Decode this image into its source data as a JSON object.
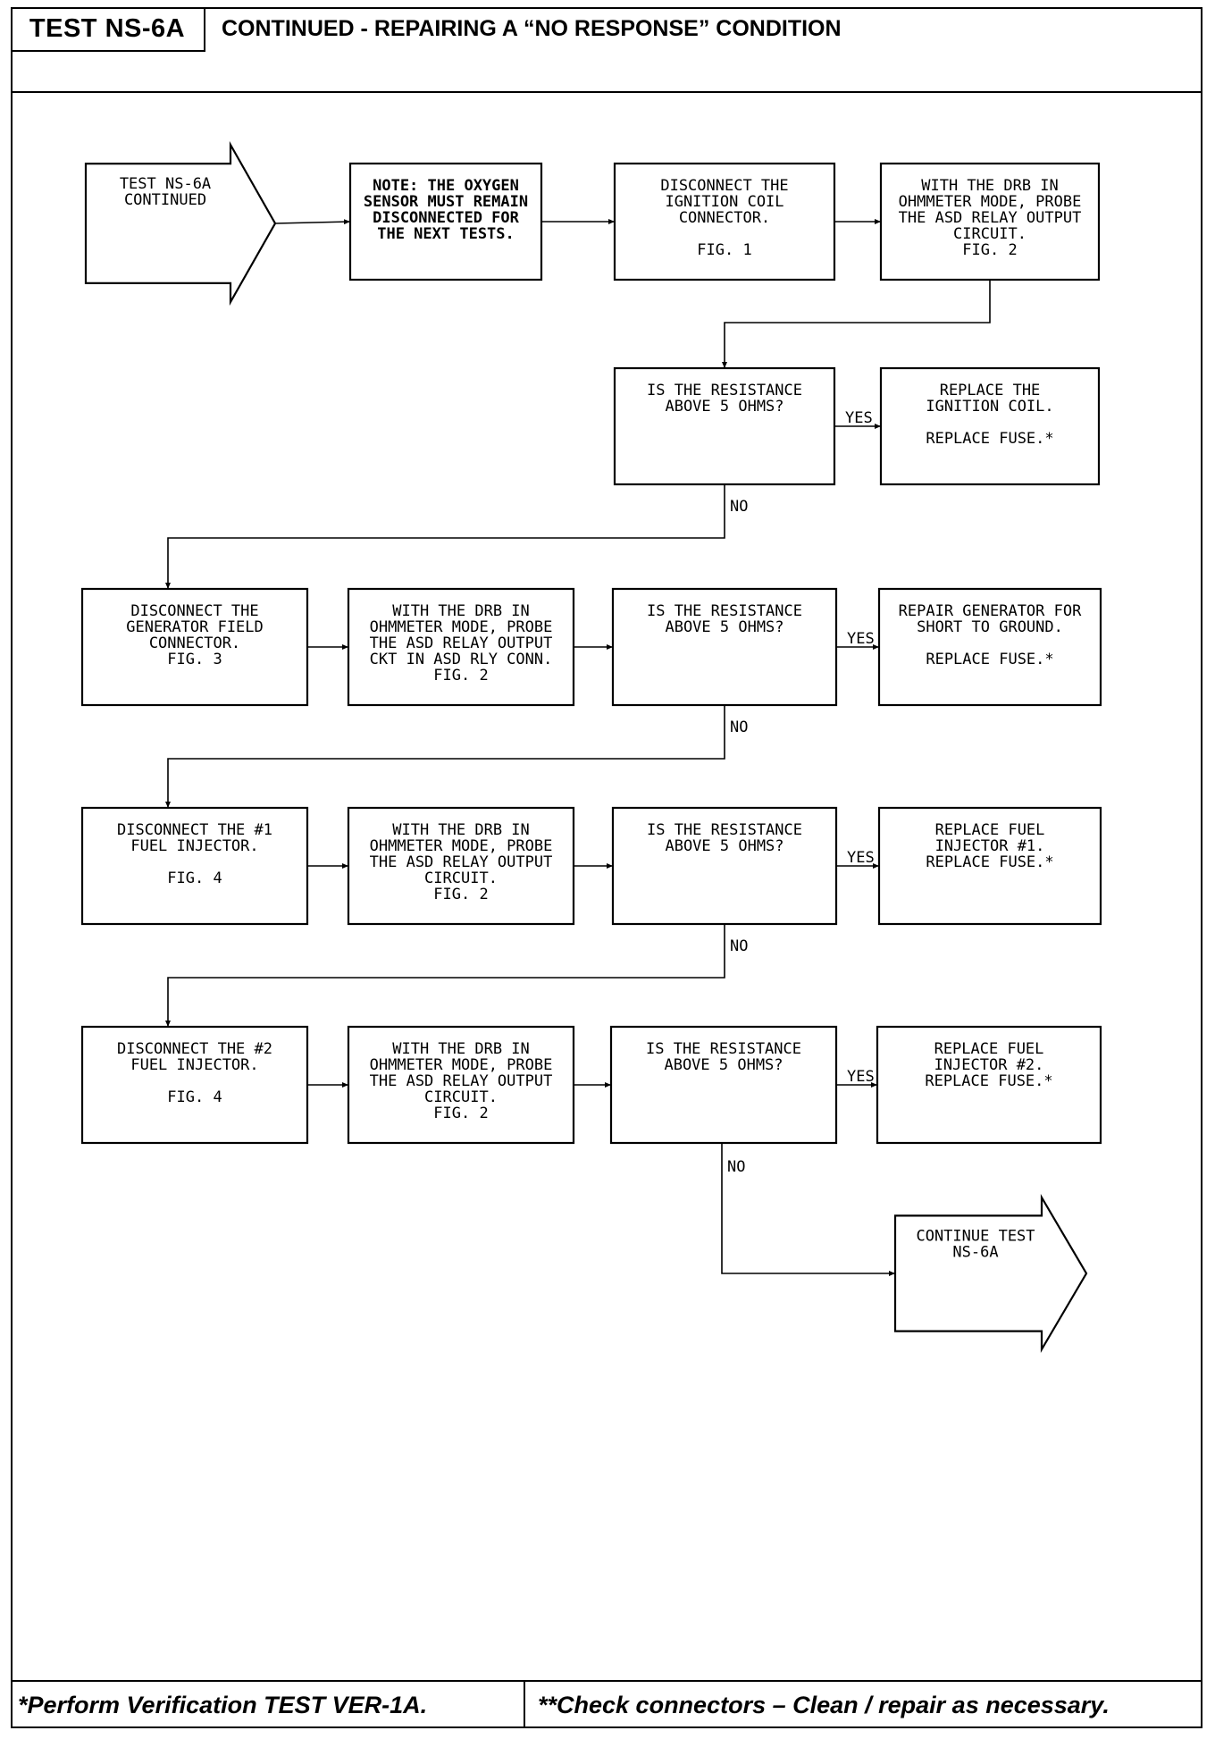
{
  "header": {
    "test_id": "TEST NS-6A",
    "title": "CONTINUED - REPAIRING A “NO RESPONSE” CONDITION"
  },
  "flowchart": {
    "nodes": [
      {
        "id": "start",
        "shape": "arrow",
        "lines": [
          "TEST NS-6A",
          "CONTINUED"
        ]
      },
      {
        "id": "note",
        "shape": "box",
        "emphasis": "bold",
        "lines": [
          "NOTE: THE OXYGEN",
          "SENSOR MUST REMAIN",
          "DISCONNECTED FOR",
          "THE NEXT TESTS."
        ]
      },
      {
        "id": "disconnect-ignition",
        "shape": "box",
        "lines": [
          "DISCONNECT THE",
          "IGNITION COIL",
          "CONNECTOR.",
          "",
          "FIG. 1"
        ]
      },
      {
        "id": "probe-1",
        "shape": "box",
        "lines": [
          "WITH THE DRB IN",
          "OHMMETER MODE, PROBE",
          "THE ASD RELAY OUTPUT",
          "CIRCUIT.",
          "FIG. 2"
        ]
      },
      {
        "id": "decision-1",
        "shape": "box",
        "lines": [
          "IS THE RESISTANCE",
          "ABOVE 5 OHMS?"
        ]
      },
      {
        "id": "replace-coil",
        "shape": "box",
        "lines": [
          "REPLACE THE",
          "IGNITION COIL.",
          "",
          "REPLACE FUSE.*"
        ]
      },
      {
        "id": "disconnect-generator",
        "shape": "box",
        "lines": [
          "DISCONNECT THE",
          "GENERATOR FIELD",
          "CONNECTOR.",
          "FIG. 3"
        ]
      },
      {
        "id": "probe-2",
        "shape": "box",
        "lines": [
          "WITH THE DRB IN",
          "OHMMETER MODE, PROBE",
          "THE ASD RELAY OUTPUT",
          "CKT IN ASD RLY CONN.",
          "FIG. 2"
        ]
      },
      {
        "id": "decision-2",
        "shape": "box",
        "lines": [
          "IS THE RESISTANCE",
          "ABOVE 5 OHMS?"
        ]
      },
      {
        "id": "repair-generator",
        "shape": "box",
        "lines": [
          "REPAIR GENERATOR FOR",
          "SHORT TO GROUND.",
          "",
          "REPLACE FUSE.*"
        ]
      },
      {
        "id": "disconnect-injector-1",
        "shape": "box",
        "lines": [
          "DISCONNECT THE #1",
          "FUEL INJECTOR.",
          "",
          "FIG. 4"
        ]
      },
      {
        "id": "probe-3",
        "shape": "box",
        "lines": [
          "WITH THE DRB IN",
          "OHMMETER MODE, PROBE",
          "THE ASD RELAY OUTPUT",
          "CIRCUIT.",
          "FIG. 2"
        ]
      },
      {
        "id": "decision-3",
        "shape": "box",
        "lines": [
          "IS THE RESISTANCE",
          "ABOVE 5 OHMS?"
        ]
      },
      {
        "id": "replace-injector-1",
        "shape": "box",
        "lines": [
          "REPLACE FUEL",
          "INJECTOR #1.",
          "REPLACE FUSE.*"
        ]
      },
      {
        "id": "disconnect-injector-2",
        "shape": "box",
        "lines": [
          "DISCONNECT THE #2",
          "FUEL INJECTOR.",
          "",
          "FIG. 4"
        ]
      },
      {
        "id": "probe-4",
        "shape": "box",
        "lines": [
          "WITH THE DRB IN",
          "OHMMETER MODE, PROBE",
          "THE ASD RELAY OUTPUT",
          "CIRCUIT.",
          "FIG. 2"
        ]
      },
      {
        "id": "decision-4",
        "shape": "box",
        "lines": [
          "IS THE RESISTANCE",
          "ABOVE 5 OHMS?"
        ]
      },
      {
        "id": "replace-injector-2",
        "shape": "box",
        "lines": [
          "REPLACE FUEL",
          "INJECTOR #2.",
          "REPLACE FUSE.*"
        ]
      },
      {
        "id": "continue",
        "shape": "arrow",
        "lines": [
          "CONTINUE TEST",
          "NS-6A"
        ]
      }
    ],
    "edges": [
      {
        "from": "start",
        "to": "note",
        "label": ""
      },
      {
        "from": "note",
        "to": "disconnect-ignition",
        "label": ""
      },
      {
        "from": "disconnect-ignition",
        "to": "probe-1",
        "label": ""
      },
      {
        "from": "probe-1",
        "to": "decision-1",
        "label": ""
      },
      {
        "from": "decision-1",
        "to": "replace-coil",
        "label": "YES"
      },
      {
        "from": "decision-1",
        "to": "disconnect-generator",
        "label": "NO"
      },
      {
        "from": "disconnect-generator",
        "to": "probe-2",
        "label": ""
      },
      {
        "from": "probe-2",
        "to": "decision-2",
        "label": ""
      },
      {
        "from": "decision-2",
        "to": "repair-generator",
        "label": "YES"
      },
      {
        "from": "decision-2",
        "to": "disconnect-injector-1",
        "label": "NO"
      },
      {
        "from": "disconnect-injector-1",
        "to": "probe-3",
        "label": ""
      },
      {
        "from": "probe-3",
        "to": "decision-3",
        "label": ""
      },
      {
        "from": "decision-3",
        "to": "replace-injector-1",
        "label": "YES"
      },
      {
        "from": "decision-3",
        "to": "disconnect-injector-2",
        "label": "NO"
      },
      {
        "from": "disconnect-injector-2",
        "to": "probe-4",
        "label": ""
      },
      {
        "from": "probe-4",
        "to": "decision-4",
        "label": ""
      },
      {
        "from": "decision-4",
        "to": "replace-injector-2",
        "label": "YES"
      },
      {
        "from": "decision-4",
        "to": "continue",
        "label": "NO"
      }
    ]
  },
  "footer": {
    "left": "*Perform Verification TEST VER-1A.",
    "right": "**Check connectors – Clean / repair as necessary."
  }
}
